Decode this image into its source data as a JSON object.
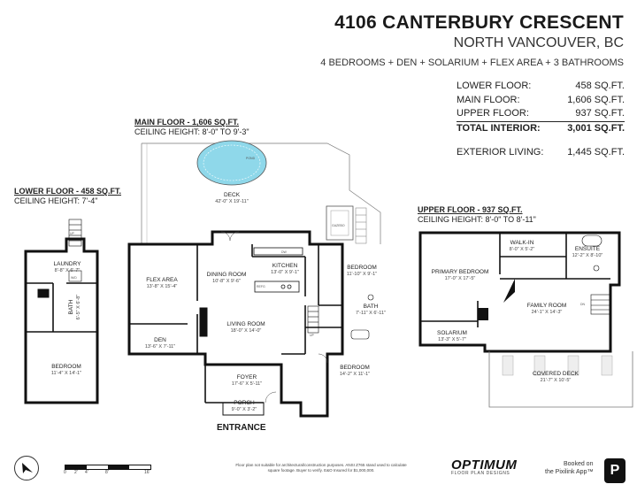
{
  "header": {
    "title": "4106 CANTERBURY CRESCENT",
    "subtitle": "NORTH VANCOUVER, BC",
    "summary": "4 BEDROOMS + DEN + SOLARIUM + FLEX AREA + 3 BATHROOMS"
  },
  "areas": {
    "lower": {
      "label": "LOWER FLOOR:",
      "value": "458 SQ.FT."
    },
    "main": {
      "label": "MAIN FLOOR:",
      "value": "1,606 SQ.FT."
    },
    "upper": {
      "label": "UPPER FLOOR:",
      "value": "937 SQ.FT."
    },
    "total": {
      "label": "TOTAL INTERIOR:",
      "value": "3,001 SQ.FT."
    },
    "exterior": {
      "label": "EXTERIOR LIVING:",
      "value": "1,445 SQ.FT."
    }
  },
  "main_floor": {
    "heading": "MAIN FLOOR - 1,606 SQ.FT.",
    "ceiling": "CEILING HEIGHT: 8'-0\" TO 9'-3\"",
    "rooms": {
      "deck": {
        "name": "DECK",
        "size": "42'-0\" X 19'-11\""
      },
      "pond": "POND",
      "gazebo": "GAZEBO",
      "flex": {
        "name": "FLEX AREA",
        "size": "13'-8\" X 15'-4\""
      },
      "dining": {
        "name": "DINING ROOM",
        "size": "10'-8\" X 9'-6\""
      },
      "kitchen": {
        "name": "KITCHEN",
        "size": "13'-0\" X 9'-1\""
      },
      "bedroom1": {
        "name": "BEDROOM",
        "size": "11'-10\" X 9'-1\""
      },
      "living": {
        "name": "LIVING ROOM",
        "size": "18'-0\" X 14'-0\""
      },
      "den": {
        "name": "DEN",
        "size": "13'-6\" X 7'-11\""
      },
      "bath": {
        "name": "BATH",
        "size": "7'-11\" X 6'-11\""
      },
      "bedroom2": {
        "name": "BEDROOM",
        "size": "14'-2\" X 11'-1\""
      },
      "foyer": {
        "name": "FOYER",
        "size": "17'-6\" X 5'-11\""
      },
      "porch": {
        "name": "PORCH",
        "size": "9'-0\" X 3'-2\""
      }
    },
    "fixtures": {
      "dw": "DW",
      "refg": "REFG",
      "up": "UP"
    },
    "entrance": "ENTRANCE"
  },
  "lower_floor": {
    "heading": "LOWER FLOOR - 458 SQ.FT.",
    "ceiling": "CEILING HEIGHT: 7'-4\"",
    "rooms": {
      "laundry": {
        "name": "LAUNDRY",
        "size": "8'-8\" X 6'-7\""
      },
      "bath": {
        "name": "BATH",
        "size": "6'-5\" X 6'-8\""
      },
      "bedroom": {
        "name": "BEDROOM",
        "size": "11'-4\" X 14'-1\""
      }
    },
    "fixtures": {
      "wd": "W/D",
      "up": "UP"
    }
  },
  "upper_floor": {
    "heading": "UPPER FLOOR - 937 SQ.FT.",
    "ceiling": "CEILING HEIGHT: 8'-0\" TO 8'-11\"",
    "rooms": {
      "walkin": {
        "name": "WALK-IN",
        "size": "8'-0\" X 5'-2\""
      },
      "ensuite": {
        "name": "ENSUITE",
        "size": "12'-2\" X 8'-10\""
      },
      "primary": {
        "name": "PRIMARY BEDROOM",
        "size": "17'-0\" X 17'-5\""
      },
      "family": {
        "name": "FAMILY ROOM",
        "size": "24'-1\" X 14'-3\""
      },
      "solarium": {
        "name": "SOLARIUM",
        "size": "13'-3\" X 5'-7\""
      },
      "covered_deck": {
        "name": "COVERED DECK",
        "size": "21'-7\" X 10'-5\""
      }
    },
    "fixtures": {
      "dn": "DN"
    }
  },
  "footer": {
    "disclaimer": "Floor plan not suitable for architectural/construction purposes. ANSI Z765 stand used to calculate square footage. Buyer to verify. E&O Insured for $1,000,000.",
    "brand": "OPTIMUM",
    "brand_tag": "FLOOR PLAN DESIGNS",
    "booked_line1": "Booked on",
    "booked_line2": "the Pixilink App™",
    "app_icon": "P",
    "scale_ticks": [
      "0",
      "2'",
      "4'",
      "8'",
      "16'"
    ]
  },
  "colors": {
    "ink": "#1a1a1a",
    "pond": "#8fd8ea",
    "wall": "#111111",
    "deck_fill": "#ffffff"
  }
}
